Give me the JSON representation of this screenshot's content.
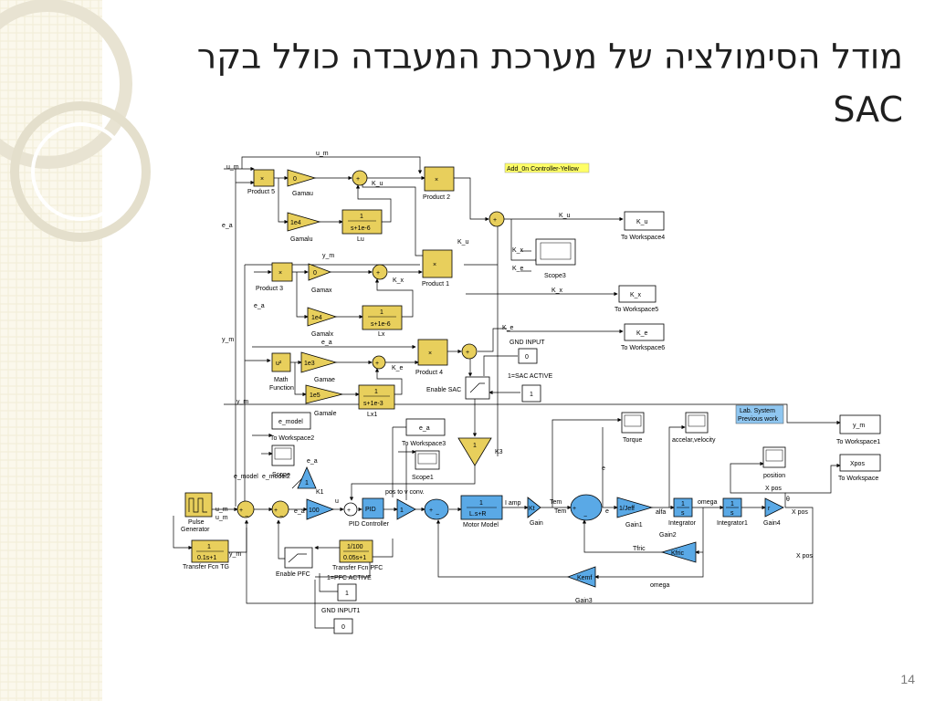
{
  "title": {
    "line1": "מודל הסימולציה של מערכת המעבדה כולל בקר",
    "line2": "SAC"
  },
  "page_number": "14",
  "diagram": {
    "signals": {
      "u_m_top": "u_m",
      "u_m": "u_m",
      "e_a": "e_a",
      "y_m": "y_m",
      "y_m2": "y_m",
      "e_a2": "e_a",
      "K_u": "K_u",
      "K_u2": "K_u",
      "K_x": "K_x",
      "K_x2": "K_x",
      "K_e": "K_e",
      "K_e2": "K_e",
      "y_m3": "y_m",
      "e_a3": "e_a",
      "y_m4": "y_m",
      "u_m2": "u_m",
      "u_m3": "u_m",
      "y_m5": "y_m",
      "e_model": "e_model",
      "e_model2": "e_model2",
      "e_a4": "e_a",
      "e_a5": "e_a",
      "u": "u",
      "pos_conv": "pos to  v conv.",
      "i_amp": "I amp",
      "Tem": "Tem",
      "Tem2": "Tem",
      "e": "e",
      "e2": "e",
      "alfa": "alfa",
      "omega": "omega",
      "omega2": "omega",
      "Tfric": "Tfric",
      "Xpos": "X pos",
      "Xpos2": "X pos",
      "Xpos3": "X pos",
      "theta": "θ"
    },
    "blocks": {
      "product5": "Product 5",
      "product2": "Product 2",
      "product3": "Product 3",
      "product1": "Product 1",
      "product4": "Product 4",
      "times": "×",
      "gamau_val": "0",
      "gamau": "Gamau",
      "gamalu_val": "1e4",
      "gamalu": "Gamalu",
      "lu_num": "1",
      "lu_den": "s+1e-6",
      "lu": "Lu",
      "gamax_val": "0",
      "gamax": "Gamax",
      "gamalx_val": "1e4",
      "gamalx": "Gamalx",
      "lx_num": "1",
      "lx_den": "s+1e-6",
      "lx": "Lx",
      "math_val": "u²",
      "math_fn": "Math",
      "math_fn2": "Function",
      "gamae_val": "1e3",
      "gamae": "Gamae",
      "gamale_val": "1e5",
      "gamale": "Gamale",
      "lx1_num": "1",
      "lx1_den": "s+1e-3",
      "lx1": "Lx1",
      "controller_note": "Add_0n  Controller-Yellow",
      "ku_ws": "K_u",
      "ws4": "To Workspace4",
      "scope3": "Scope3",
      "kx_ws": "K_x",
      "ws5": "To Workspace5",
      "ke_ws": "K_e",
      "ws6": "To Workspace6",
      "gnd_input": "GND INPUT",
      "gnd_val": "0",
      "sac_active": "1=SAC ACTIVE",
      "sac_val": "1",
      "enable_sac": "Enable SAC",
      "k3_val": "1",
      "k3": "K3",
      "emodel_ws_val": "e_model",
      "ws2": "To Workspace2",
      "ea_ws_val": "e_a",
      "ws3": "To Workspace3",
      "scope": "Scope",
      "scope1": "Scope1",
      "k1_val": "1",
      "k1": "K1",
      "gain100": "100",
      "pid": "PID",
      "pid_ctrl": "PID Controller",
      "gain1b": "1",
      "motor_num": "1",
      "motor_den": "L.s+R",
      "motor": "Motor Model",
      "kt": "Kt",
      "gain": "Gain",
      "jeff": "1/Jeff",
      "gain1": "Gain1",
      "int_num": "1",
      "int_den": "s",
      "integrator": "Integrator",
      "int1_num": "1",
      "int1_den": "s",
      "integrator1": "Integrator1",
      "r": "r",
      "gain4": "Gain4",
      "torque": "Torque",
      "accel": "accelar,velocity",
      "position": "position",
      "lab_note1": "Lab. System",
      "lab_note2": "Previous work",
      "ym_ws": "y_m",
      "ws1": "To Workspace1",
      "xpos_ws": "Xpos",
      "ws_plain": "To Workspace",
      "kfric": "Kfric",
      "gain2": "Gain2",
      "kemf": "Kemf",
      "gain3": "Gain3",
      "pulse": "Pulse",
      "generator": "Generator",
      "tfn_num": "1",
      "tfn_den": "0.1s+1",
      "tfn_tg": "Transfer Fcn TG",
      "pfc_num": "1/100",
      "pfc_den": "0.05s+1",
      "pfc_tfn": "Transfer Fcn PFC",
      "enable_pfc": "Enable PFC",
      "pfc_active": "1=PFC ACTIVE",
      "pfc_val": "1",
      "gnd_input1": "GND INPUT1",
      "gnd1_val": "0",
      "sum_plus": "+",
      "sum_minus": "−"
    }
  },
  "colors": {
    "block_yellow": "#e8cf5c",
    "block_blue": "#5aa9e6",
    "note_blue": "#8fc6f0",
    "note_yellow": "#ffff66",
    "title_text": "#1f1f1f"
  }
}
